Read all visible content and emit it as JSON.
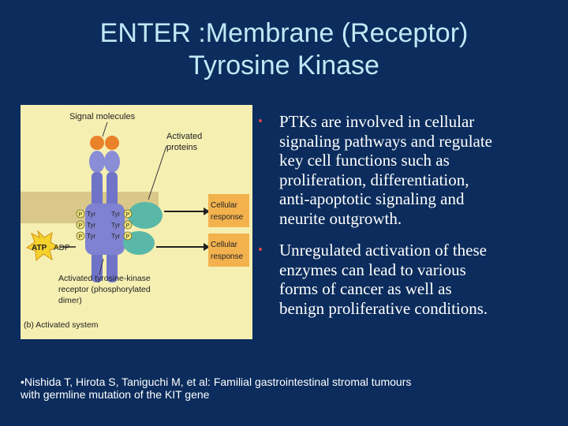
{
  "slide": {
    "title_line1": "ENTER :Membrane (Receptor)",
    "title_line2": "Tyrosine Kinase"
  },
  "figure": {
    "label_signal_molecules": "Signal molecules",
    "label_activated": "Activated",
    "label_proteins": "proteins",
    "label_cellular_1": "Cellular",
    "label_response_1": "response",
    "label_cellular_2": "Cellular",
    "label_response_2": "response",
    "label_tyr": "Tyr",
    "label_p": "P",
    "label_atp": "ATP",
    "label_adp": "ADP",
    "caption_line1": "Activated tyrosine-kinase",
    "caption_line2": "receptor (phosphorylated",
    "caption_line3": "dimer)",
    "panel_label": "(b) Activated system"
  },
  "bullets": [
    {
      "marker": "•",
      "lines": [
        "PTKs are involved in cellular",
        "signaling pathways and regulate",
        "key cell functions such as",
        "proliferation, differentiation,",
        "anti-apoptotic signaling and",
        "neurite outgrowth."
      ]
    },
    {
      "marker": "•",
      "lines": [
        "Unregulated activation of these",
        "enzymes can lead to various",
        "forms of cancer as well as",
        "benign proliferative conditions."
      ]
    }
  ],
  "reference": {
    "line1": "•Nishida T, Hirota S, Taniguchi M, et al: Familial gastrointestinal stromal tumours",
    "line2": "with germline mutation of the KIT gene"
  }
}
